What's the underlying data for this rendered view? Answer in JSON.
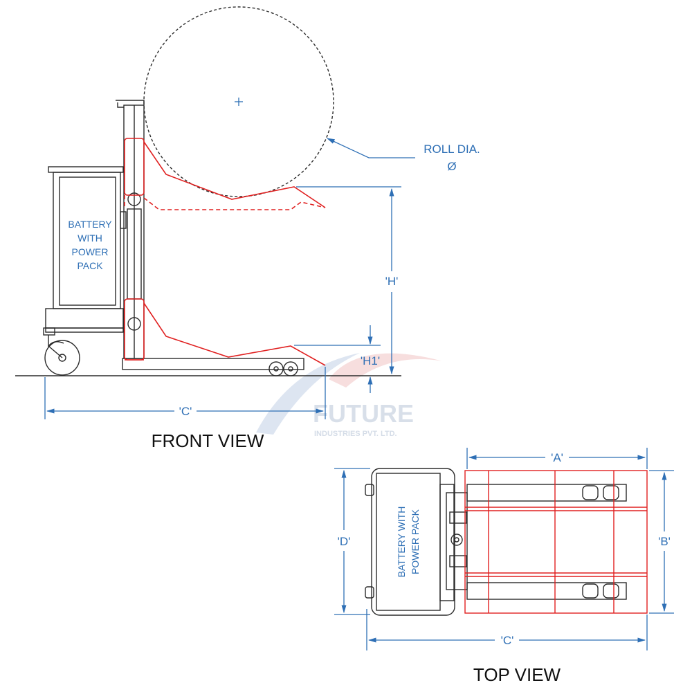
{
  "views": {
    "front_title": "FRONT VIEW",
    "top_title": "TOP VIEW"
  },
  "labels": {
    "front_battery": [
      "BATTERY",
      "WITH",
      "POWER",
      "PACK"
    ],
    "top_battery": [
      "BATTERY WITH",
      "POWER PACK"
    ],
    "roll_dia": "ROLL DIA.",
    "roll_dia_symbol": "Ø"
  },
  "dimensions": {
    "h": "'H'",
    "h1": "'H1'",
    "c_front": "'C'",
    "a": "'A'",
    "b": "'B'",
    "c_top": "'C'",
    "d": "'D'"
  },
  "watermark": {
    "brand": "FUTURE",
    "company": "INDUSTRIES PVT. LTD."
  },
  "colors": {
    "outline": "#2b2b2b",
    "lifted_carriage": "#e02020",
    "dimension": "#2e6fb5",
    "watermark": "#b9c6d8"
  }
}
